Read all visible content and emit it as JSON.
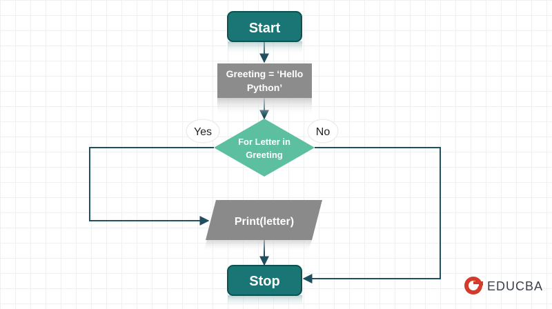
{
  "flowchart": {
    "start_label": "Start",
    "assign_line1": "Greeting = ‘Hello",
    "assign_line2": "Python’",
    "decision_line1": "For Letter in",
    "decision_line2": "Greeting",
    "yes_label": "Yes",
    "no_label": "No",
    "print_label": "Print(letter)",
    "stop_label": "Stop"
  },
  "brand": {
    "name": "EDUCBA",
    "logo_icon": "educba-logo-icon"
  },
  "colors": {
    "terminal": "#1a7575",
    "terminal_border": "#0f4f4f",
    "process": "#8c8c8c",
    "decision": "#5cc0a0",
    "io": "#8a8a8a",
    "connector": "#1f4e5f",
    "brand_red": "#d23a2a"
  }
}
